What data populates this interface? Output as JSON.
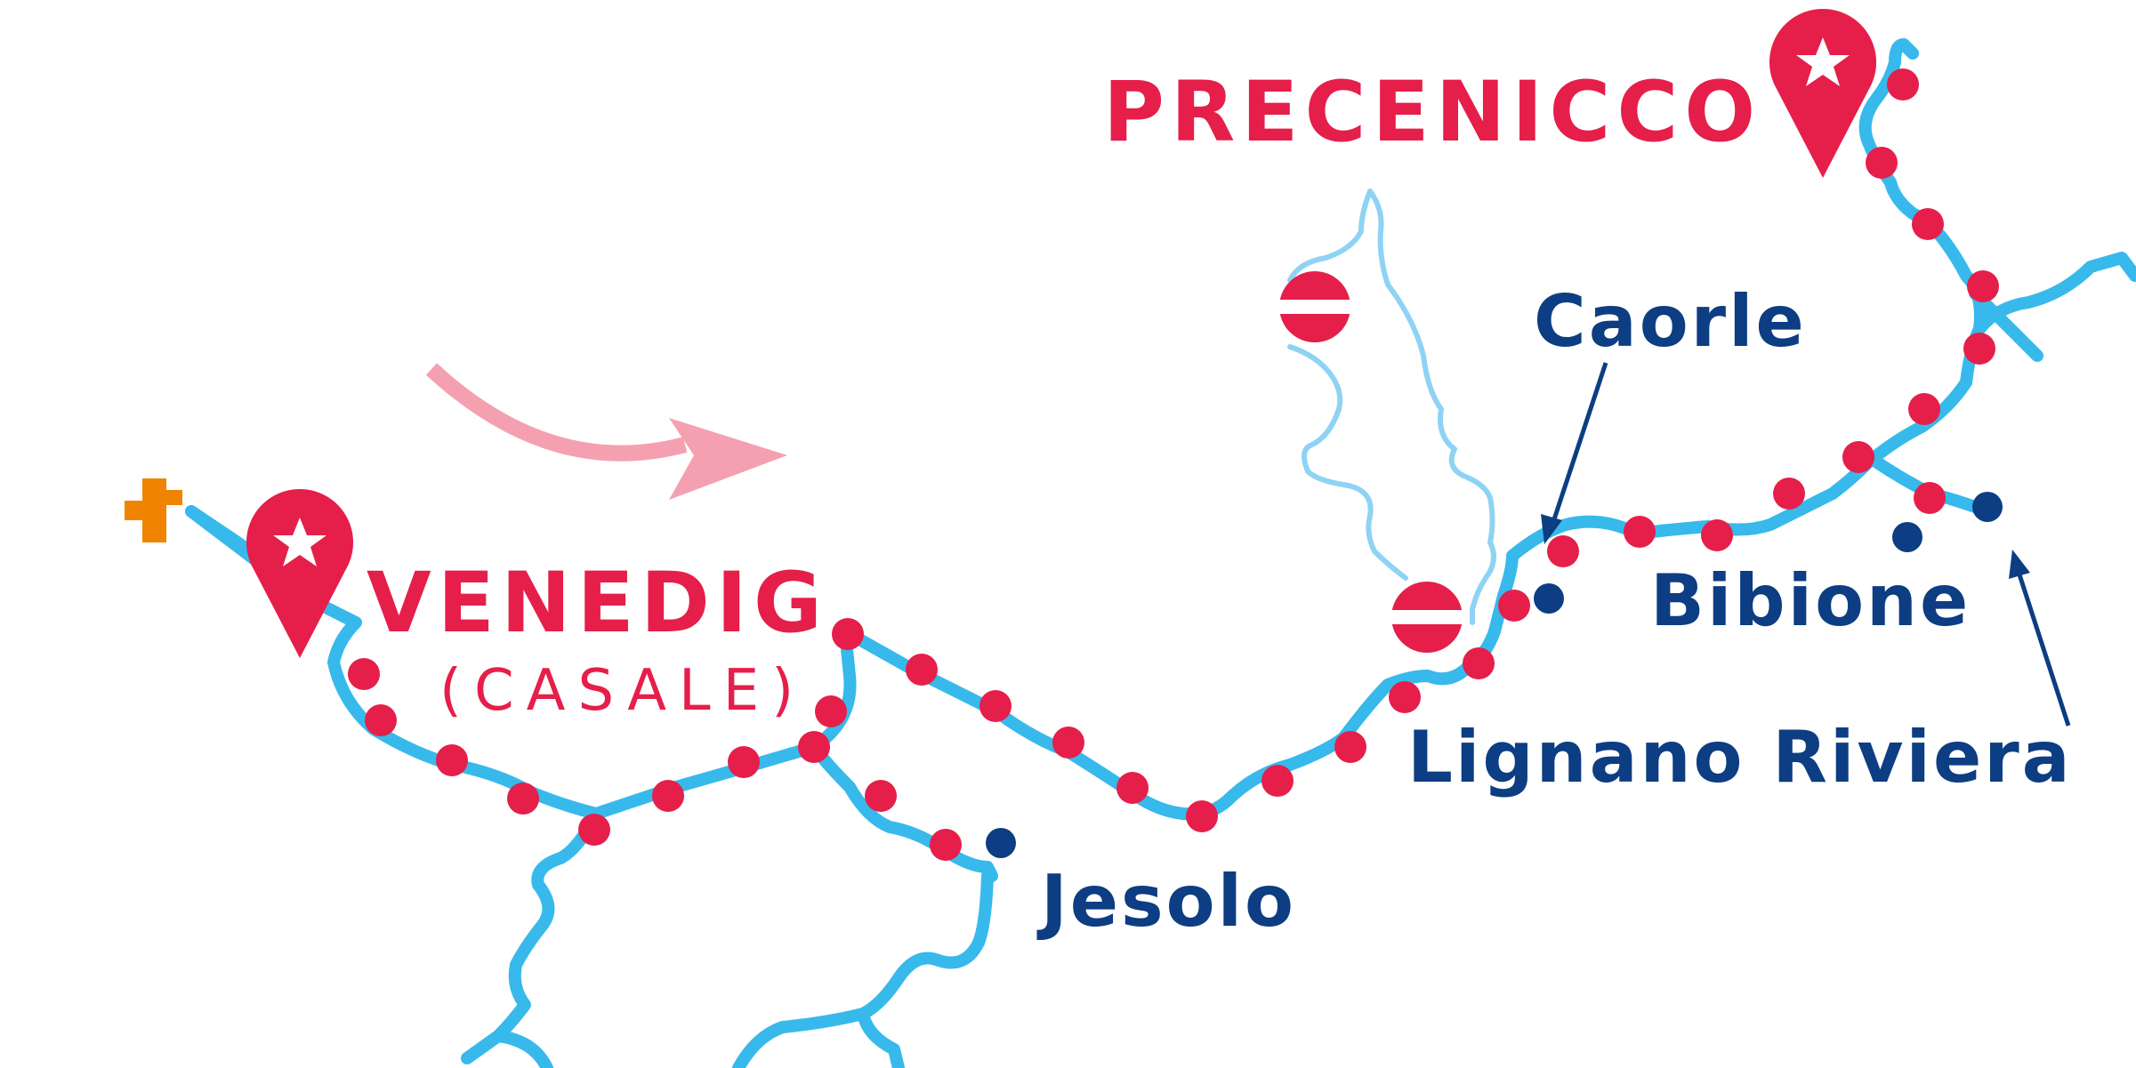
{
  "map": {
    "places": {
      "precenicco": "PRECENICCO",
      "venedig": "VENEDIG",
      "casale": "(CASALE)",
      "caorle": "Caorle",
      "bibione": "Bibione",
      "lignano": "Lignano Riviera",
      "jesolo": "Jesolo"
    },
    "colors": {
      "waterway": "#38b9eb",
      "waterway_light": "#8fd3f4",
      "route_stop": "#e51f4a",
      "port": "#0d3d82",
      "label_red": "#e51f4a",
      "label_blue": "#0d3d82",
      "direction_arrow": "#f5a0b0",
      "airport": "#f08300"
    },
    "icons": [
      "star-pin-icon",
      "lock-icon",
      "airport-icon",
      "direction-arrow-icon",
      "pointer-arrow-icon"
    ]
  }
}
